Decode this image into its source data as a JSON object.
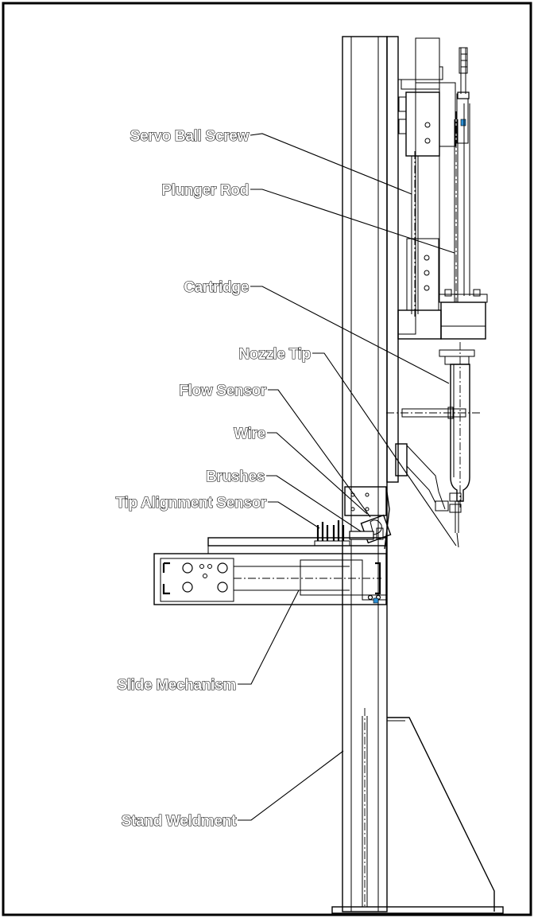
{
  "labels": {
    "servo_ball_screw": "Servo Ball Screw",
    "plunger_rod": "Plunger Rod",
    "cartridge": "Cartridge",
    "nozzle_tip": "Nozzle Tip",
    "flow_sensor": "Flow Sensor",
    "wire": "Wire",
    "brushes": "Brushes",
    "tip_alignment_sensor": "Tip Alignment Sensor",
    "slide_mechanism": "Slide Mechanism",
    "stand_weldment": "Stand Weldment"
  },
  "colors": {
    "line": "#000000",
    "accent": "#2a8fd6"
  }
}
